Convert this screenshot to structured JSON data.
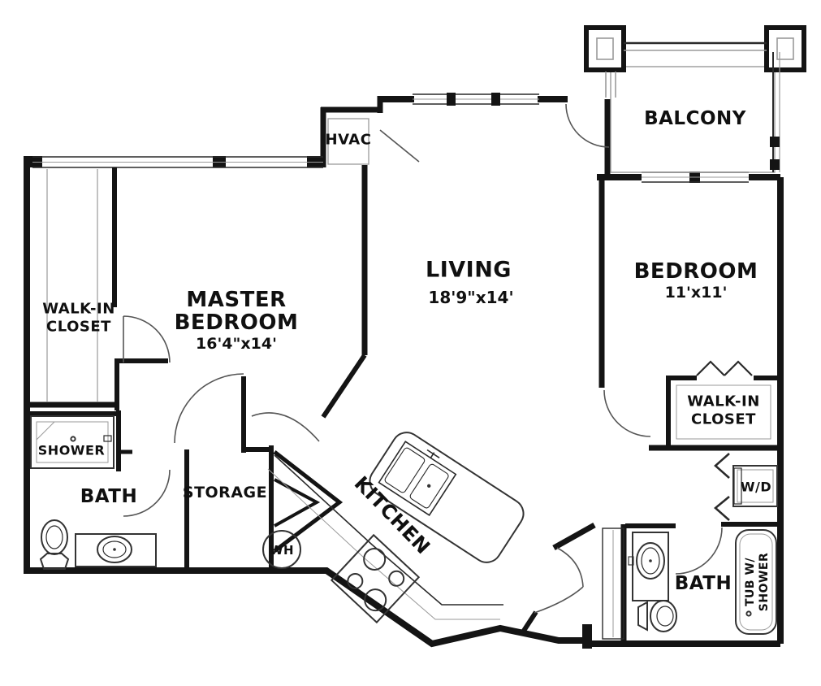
{
  "colors": {
    "background": "#ffffff",
    "walls": "#141414",
    "fixture_lines": "#333333",
    "light_gray_lines": "#9a9a9a",
    "text": "#101010"
  },
  "rooms": {
    "living": {
      "label": "LIVING",
      "dimensions": "18'9\"x14'"
    },
    "master_bedroom": {
      "label_line1": "MASTER",
      "label_line2": "BEDROOM",
      "dimensions": "16'4\"x14'"
    },
    "bedroom": {
      "label": "BEDROOM",
      "dimensions": "11'x11'"
    },
    "balcony": {
      "label": "BALCONY"
    },
    "master_walk_in_closet": {
      "label_line1": "WALK-IN",
      "label_line2": "CLOSET"
    },
    "bedroom_walk_in_closet": {
      "label_line1": "WALK-IN",
      "label_line2": "CLOSET"
    },
    "master_bath": {
      "label": "BATH"
    },
    "second_bath": {
      "label": "BATH"
    },
    "shower": {
      "label": "SHOWER"
    },
    "storage": {
      "label": "STORAGE"
    },
    "kitchen": {
      "label": "KITCHEN"
    },
    "hvac": {
      "label": "HVAC"
    },
    "water_heater": {
      "label": "WH"
    },
    "washer_dryer": {
      "label": "W/D"
    },
    "tub_shower": {
      "label_line1": "TUB W/",
      "label_line2": "SHOWER"
    }
  },
  "fixtures_visible": [
    "shower-pan",
    "toilet",
    "vanity-sink",
    "water-heater",
    "range-burners",
    "kitchen-island-sink",
    "second-toilet",
    "second-vanity-sink",
    "washer-dryer",
    "tub-with-shower",
    "balcony-columns",
    "bifold-doors"
  ]
}
